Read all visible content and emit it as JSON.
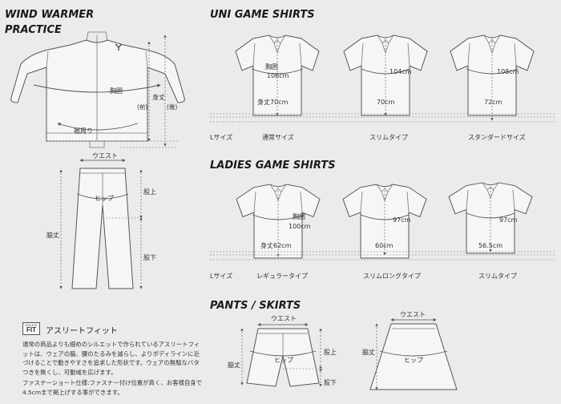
{
  "sections": {
    "wind_warmer": {
      "title_line1": "WIND WARMER",
      "title_line2": "PRACTICE"
    },
    "uni_game": {
      "title": "UNI GAME SHIRTS"
    },
    "ladies_game": {
      "title": "LADIES GAME SHIRTS"
    },
    "pants_skirts": {
      "title": "PANTS / SKIRTS"
    }
  },
  "jacket": {
    "chest": "胸囲",
    "length": "身丈",
    "front": "(前)",
    "back": "(後)",
    "hem": "裾周り"
  },
  "long_pants": {
    "waist": "ウエスト",
    "hip": "ヒップ",
    "rise": "股上",
    "inseam": "股下",
    "side_length": "脇丈"
  },
  "uni_shirts": {
    "size_label": "Lサイズ",
    "shirts": [
      {
        "chest": "胸囲",
        "chest_value": "106cm",
        "length": "身丈70cm",
        "type": "通常サイズ"
      },
      {
        "chest_value": "104cm",
        "length": "70cm",
        "type": "スリムタイプ"
      },
      {
        "chest_value": "108cm",
        "length": "72cm",
        "type": "スタンダードサイズ"
      }
    ]
  },
  "ladies_shirts": {
    "size_label": "Lサイズ",
    "shirts": [
      {
        "chest": "胸囲",
        "chest_value": "100cm",
        "length": "身丈62cm",
        "type": "レギュラータイプ"
      },
      {
        "chest_value": "97cm",
        "length": "60cm",
        "type": "スリムロングタイプ"
      },
      {
        "chest_value": "97cm",
        "length": "56.5cm",
        "type": "スリムタイプ"
      }
    ]
  },
  "shorts": {
    "waist": "ウエスト",
    "hip": "ヒップ",
    "rise": "股上",
    "inseam": "股下",
    "side_length": "脇丈"
  },
  "skirt": {
    "waist": "ウエスト",
    "hip": "ヒップ",
    "side_length": "脇丈"
  },
  "athlete_fit": {
    "badge_small": "ATHLETE",
    "badge_big": "FIT",
    "title": "アスリートフィット",
    "description": "通常の商品よりも細めのシルエットで作られているアスリートフィットは、ウェアの脇、腰のたるみを減らし、よりボディラインに近づけることで動きやすさを追求した形状です。ウェアの無駄なバタつきを無くし、可動域を広げます。",
    "zipper_note": "ファスナーショート仕様:ファスナー付け位置が高く、お客様自身で4.5cmまで掲上げする事ができます。"
  }
}
